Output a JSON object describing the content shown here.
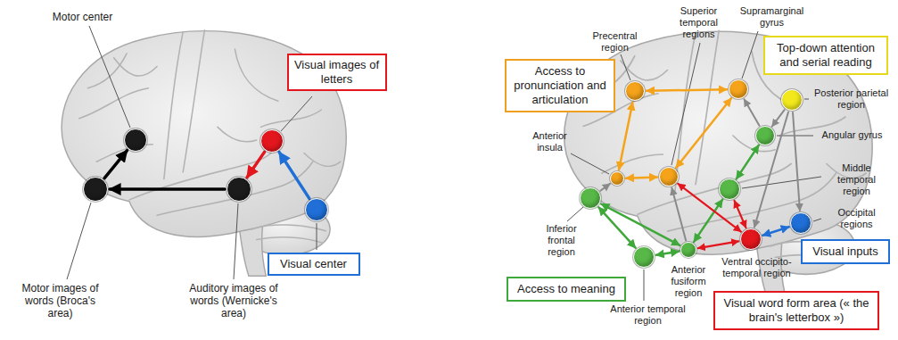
{
  "diagram": {
    "nodes": [
      {
        "text": [
          "Motor center"
        ]
      },
      {
        "text": [
          "Visual images of letters"
        ]
      },
      {
        "text": [
          "Motor images of words (Broca's area)"
        ]
      },
      {
        "text": [
          "Auditory images of words (Wernicke's area)"
        ]
      },
      {
        "text": [
          "Visual center"
        ]
      },
      {
        "text": [
          "Precentral region"
        ]
      },
      {
        "text": [
          "Superior temporal regions"
        ]
      },
      {
        "text": [
          "Supramarginal gyrus"
        ]
      },
      {
        "text": [
          "Anterior insula"
        ]
      },
      {
        "text": [
          "Top-down attention and serial reading"
        ]
      },
      {
        "text": [
          "Posterior parietal region"
        ]
      },
      {
        "text": [
          "Access to pronunciation and articulation"
        ]
      },
      {
        "text": [
          "Angular gyrus"
        ]
      },
      {
        "text": [
          "Middle temporal region"
        ]
      },
      {
        "text": [
          "Occipital regions"
        ]
      },
      {
        "text": [
          "Inferior frontal region"
        ]
      },
      {
        "text": [
          "Anterior fusiform region"
        ]
      },
      {
        "text": [
          "Visual inputs"
        ]
      },
      {
        "text": [
          "Ventral occipito-temporal region"
        ]
      },
      {
        "text": [
          "Access to meaning"
        ]
      },
      {
        "text": [
          "Anterior temporal region"
        ]
      },
      {
        "text": [
          "Visual word form area (« the brain's letterbox »)"
        ]
      }
    ],
    "edges": [
      {
        "from": 4,
        "to": 1,
        "arrow": "to"
      },
      {
        "from": 1,
        "to": 3,
        "arrow": "to"
      },
      {
        "from": 3,
        "to": 2,
        "arrow": "to"
      },
      {
        "from": 2,
        "to": 0,
        "arrow": "to"
      },
      {
        "from": 5,
        "to": 7,
        "arrow": "both"
      },
      {
        "from": 7,
        "to": 6,
        "arrow": "both"
      },
      {
        "from": 6,
        "to": 8,
        "arrow": "both"
      },
      {
        "from": 8,
        "to": 5,
        "arrow": "both"
      },
      {
        "from": 15,
        "to": 20,
        "arrow": "both"
      },
      {
        "from": 20,
        "to": 16,
        "arrow": "both"
      },
      {
        "from": 16,
        "to": 15,
        "arrow": "both"
      },
      {
        "from": 16,
        "to": 13,
        "arrow": "both"
      },
      {
        "from": 13,
        "to": 12,
        "arrow": "both"
      },
      {
        "from": 18,
        "to": 13,
        "arrow": "both"
      },
      {
        "from": 18,
        "to": 16,
        "arrow": "both"
      },
      {
        "from": 18,
        "to": 6,
        "arrow": "both"
      },
      {
        "from": 14,
        "to": 18,
        "arrow": "both"
      },
      {
        "from": 10,
        "to": 12,
        "arrow": "to"
      },
      {
        "from": 10,
        "to": 18,
        "arrow": "to"
      },
      {
        "from": 10,
        "to": 14,
        "arrow": "to"
      },
      {
        "from": 15,
        "to": 8,
        "arrow": "to"
      },
      {
        "from": 16,
        "to": 6,
        "arrow": "to"
      },
      {
        "from": 12,
        "to": 7,
        "arrow": "to"
      }
    ]
  }
}
